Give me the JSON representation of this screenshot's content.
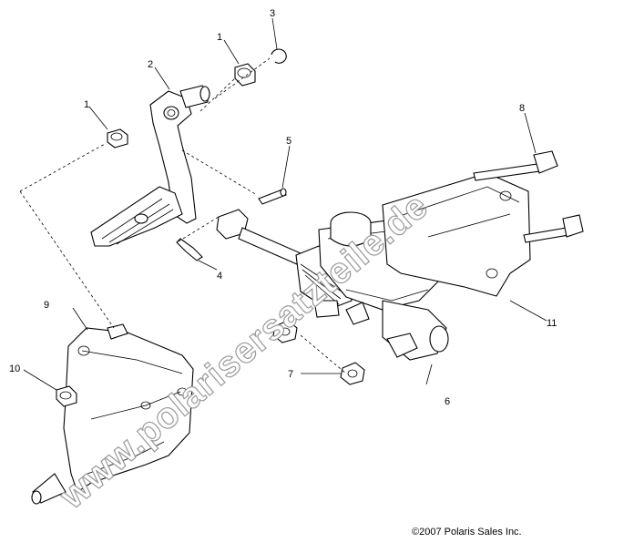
{
  "diagram": {
    "callouts": [
      "1",
      "1",
      "2",
      "3",
      "4",
      "5",
      "6",
      "7",
      "8",
      "9",
      "10",
      "11"
    ],
    "copyright": "©2007 Polaris Sales Inc.",
    "watermark": "www.polarisersatzteile.de"
  }
}
